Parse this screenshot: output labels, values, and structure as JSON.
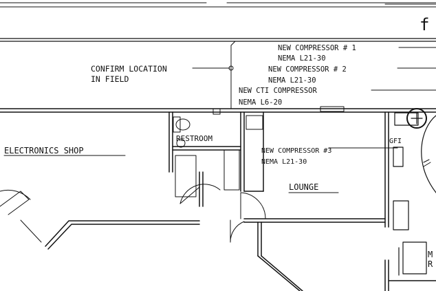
{
  "sheet_label": "f",
  "labels": {
    "confirm_location_1": "CONFIRM LOCATION",
    "confirm_location_2": "IN FIELD",
    "compressor1_line1": "NEW COMPRESSOR # 1",
    "compressor1_line2": "NEMA L21-30",
    "compressor2_line1": "NEW COMPRESSOR # 2",
    "compressor2_line2": "NEMA L21-30",
    "cti_line1": "NEW CTI COMPRESSOR",
    "cti_line2": "NEMA L6-20",
    "compressor3_line1": "NEW COMPRESSOR #3",
    "compressor3_line2": "NEMA L21-30",
    "electronics_shop": "ELECTRONICS SHOP",
    "restroom": "RESTROOM",
    "lounge": "LOUNGE",
    "gfi": "GFI",
    "edge_m": "M",
    "edge_r": "R"
  }
}
